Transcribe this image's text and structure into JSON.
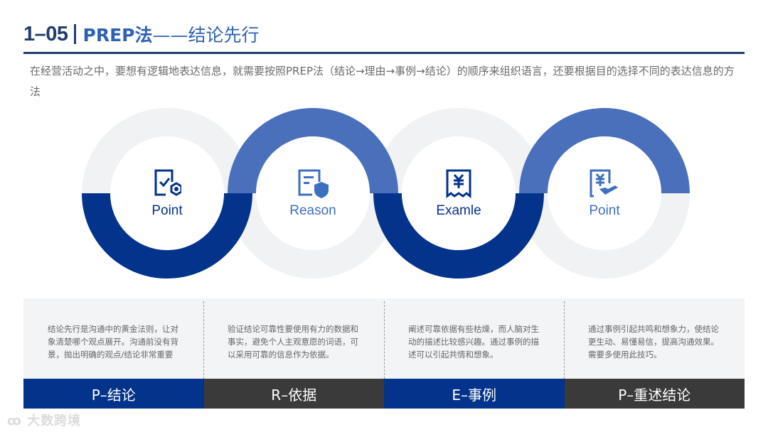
{
  "header": {
    "number": "1–05",
    "title_main": "PREP法",
    "title_sub": "——结论先行"
  },
  "intro": "在经营活动之中，要想有逻辑地表达信息，就需要按照PREP法（结论→理由→事例→结论）的顺序来组织语言，还要根据目的选择不同的表达信息的方法",
  "colors": {
    "dark_blue": "#03338a",
    "mid_blue": "#4a70bb",
    "light_gray": "#f1f2f4",
    "dark_gray": "#3a3a3a",
    "title_navy": "#1f3d6e"
  },
  "steps": [
    {
      "icon": "checklist-gear-icon",
      "label": "Point",
      "description": "结论先行是沟通中的黄金法则，让对象清楚哪个观点展开。沟通前没有背景，抛出明确的观点/结论非常重要",
      "footer": "P–结论"
    },
    {
      "icon": "document-shield-icon",
      "label": "Reason",
      "description": "验证结论可靠性要使用有力的数据和事实，避免个人主观意愿的词语，可以采用可靠的信息作为依据。",
      "footer": "R–依据"
    },
    {
      "icon": "yen-receipt-icon",
      "label": "Examle",
      "description": "阐述可靠依据有些枯燥，而人脑对生动的描述比较感兴趣。通过事例的描述可以引起共情和想象。",
      "footer": "E–事例"
    },
    {
      "icon": "yen-hand-icon",
      "label": "Point",
      "description": "通过事例引起共鸣和想象力，使结论更生动、易懂易信，提高沟通效果。需要多使用此技巧。",
      "footer": "P–重述结论"
    }
  ],
  "watermark": "大数跨境"
}
